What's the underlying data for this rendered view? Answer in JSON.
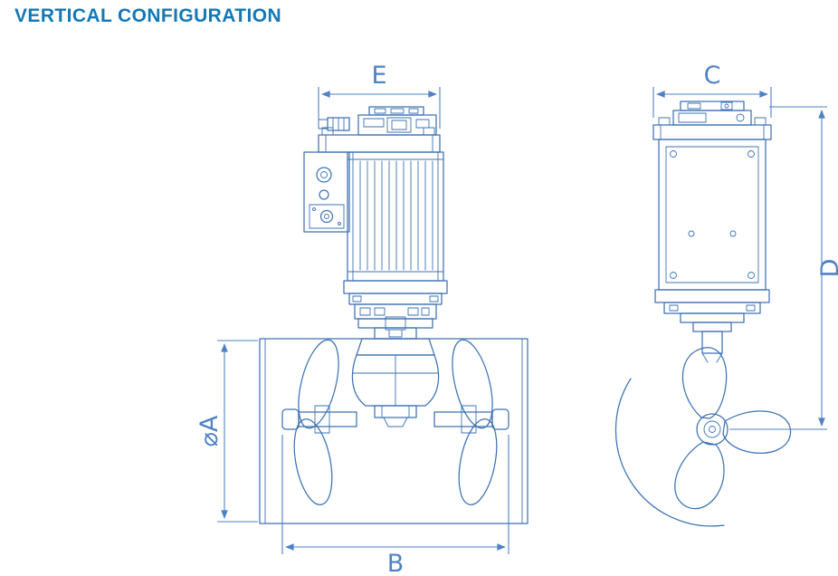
{
  "title": "VERTICAL CONFIGURATION",
  "dimensions": {
    "e": "E",
    "c": "C",
    "d": "D",
    "diameter_a": "⌀A",
    "b": "B"
  },
  "colors": {
    "title": "#1478b6",
    "line": "#3d72b4",
    "dimension": "#4e82c6"
  }
}
